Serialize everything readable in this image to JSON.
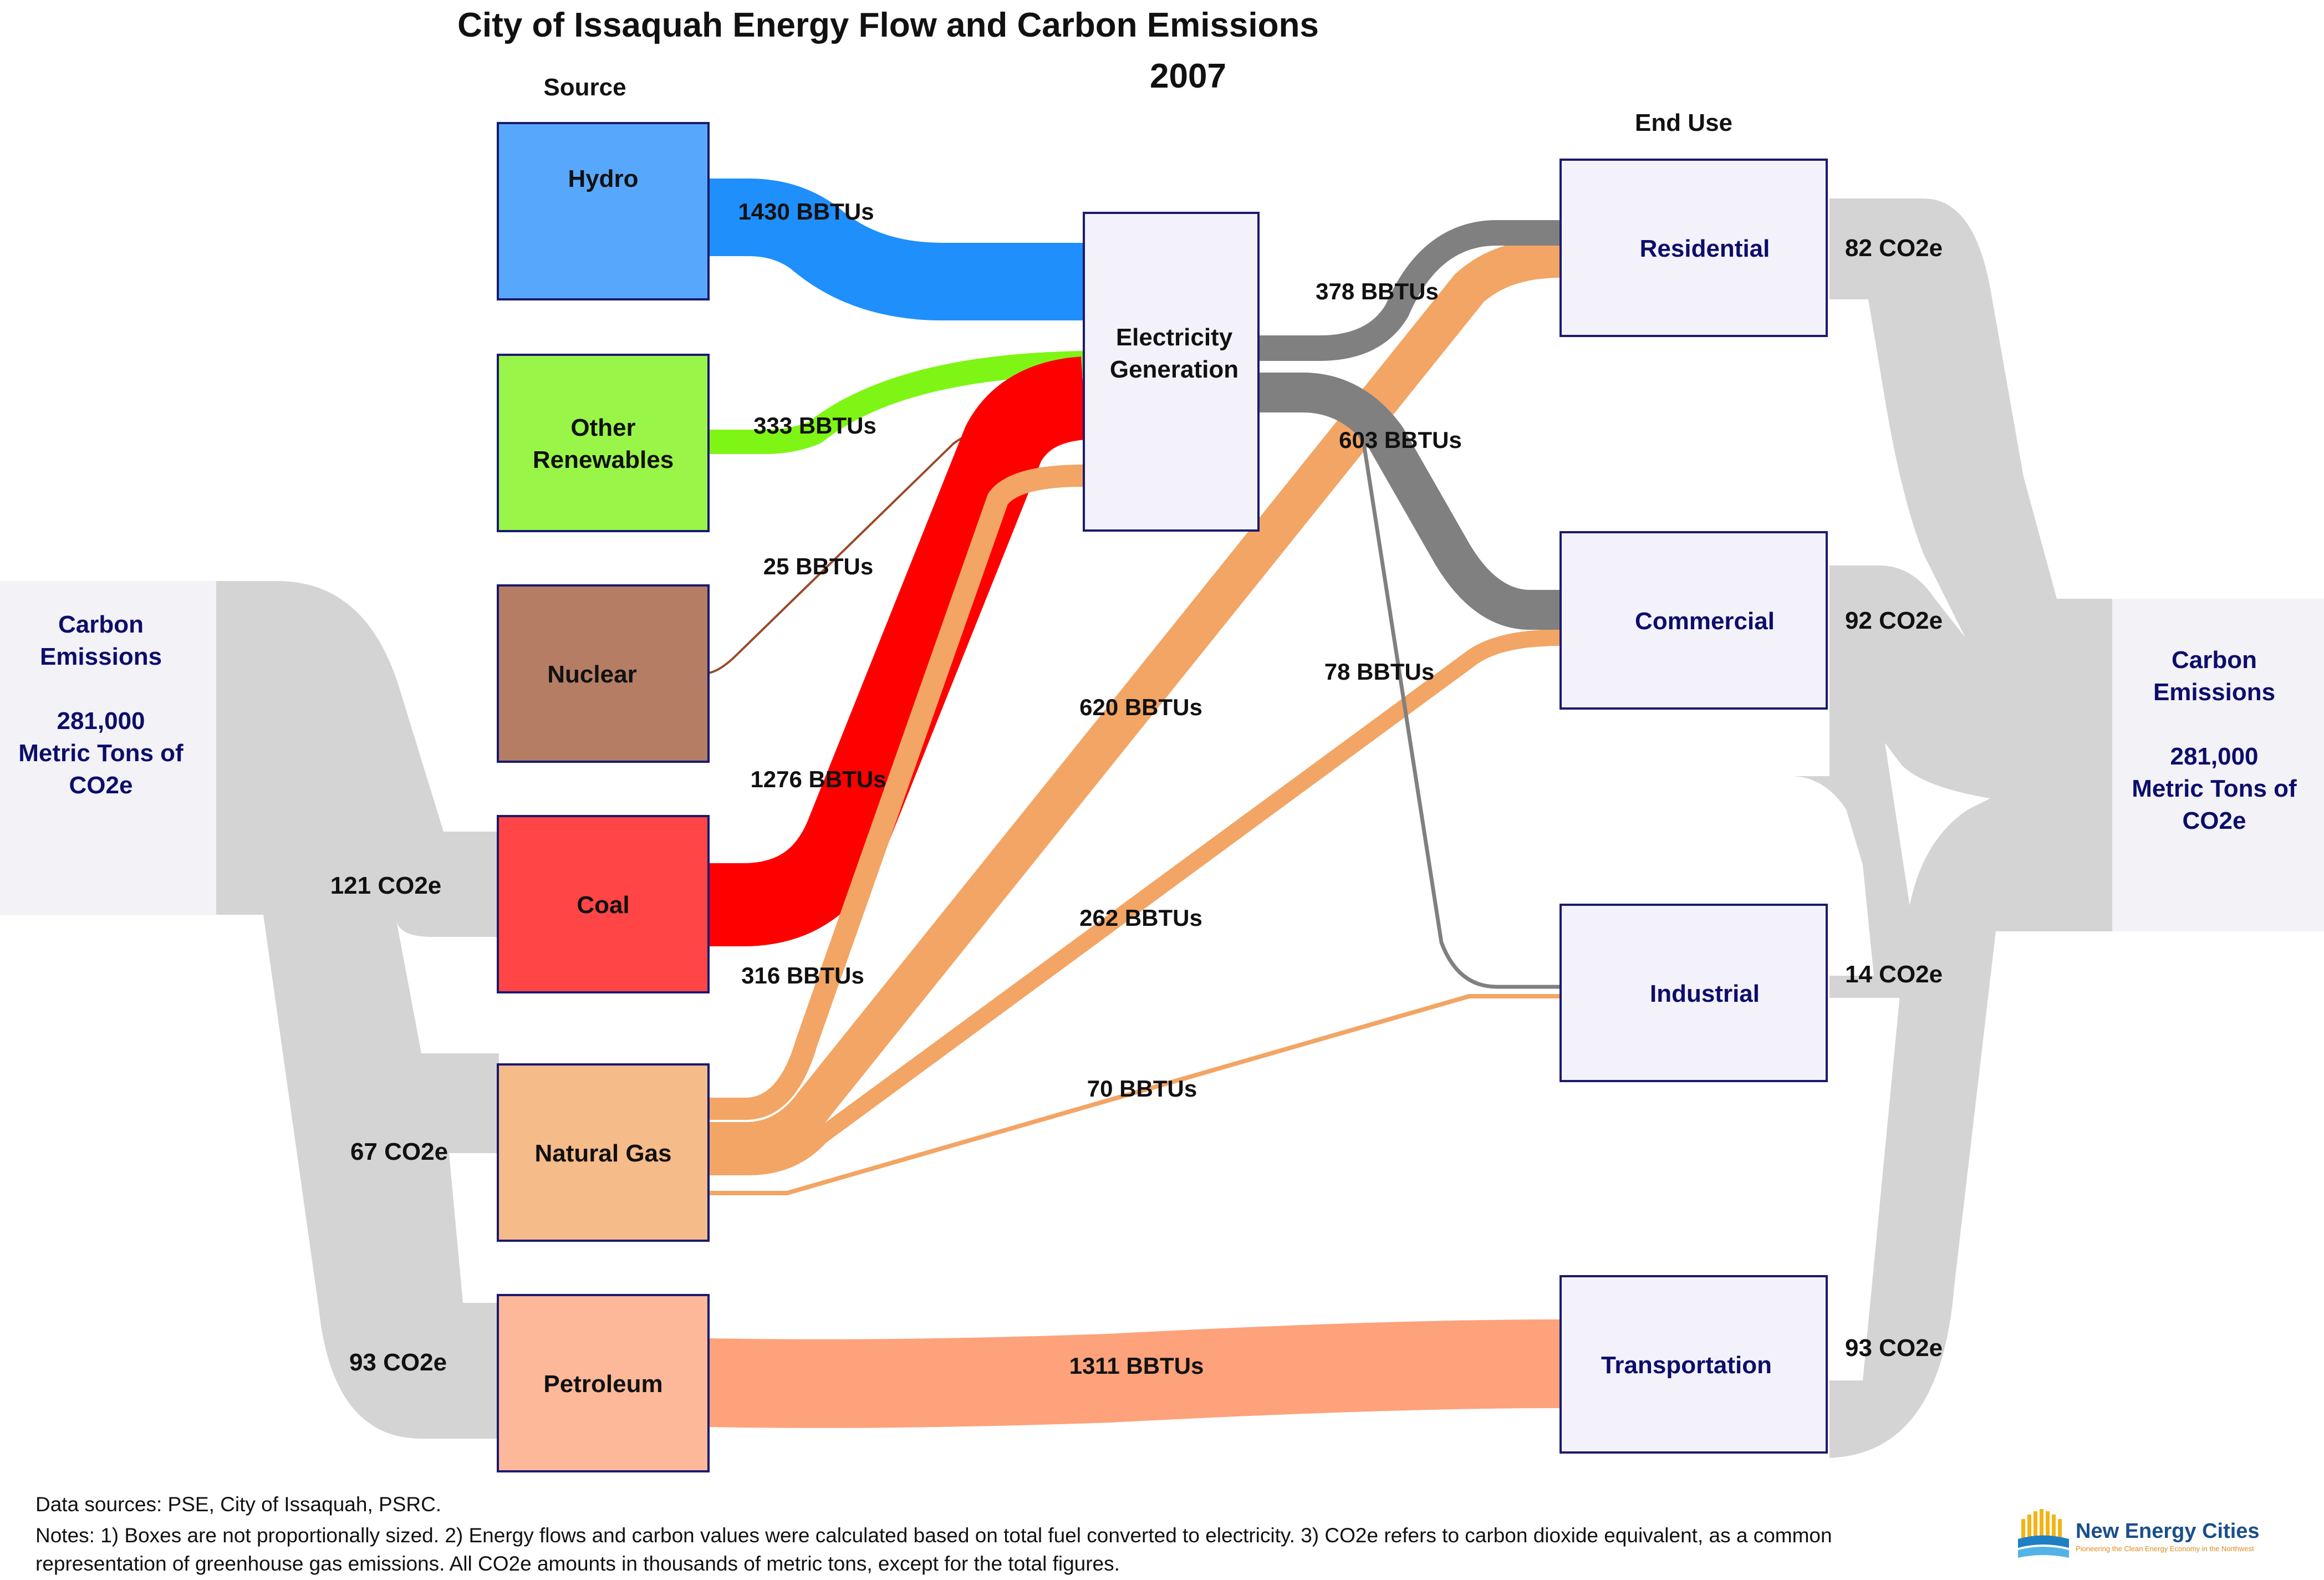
{
  "title": "City of Issaquah Energy Flow and Carbon Emissions",
  "year": "2007",
  "column_headers": {
    "source": "Source",
    "end_use": "End Use"
  },
  "sources": [
    {
      "id": "hydro",
      "label_lines": [
        "Hydro"
      ],
      "color": "#57a8fd"
    },
    {
      "id": "other_renewables",
      "label_lines": [
        "Other",
        "Renewables"
      ],
      "color": "#9af549"
    },
    {
      "id": "nuclear",
      "label_lines": [
        "Nuclear"
      ],
      "color": "#b57d64"
    },
    {
      "id": "coal",
      "label_lines": [
        "Coal"
      ],
      "color": "#ff4545"
    },
    {
      "id": "natural_gas",
      "label_lines": [
        "Natural Gas"
      ],
      "color": "#f5bb88"
    },
    {
      "id": "petroleum",
      "label_lines": [
        "Petroleum"
      ],
      "color": "#fdb89a"
    }
  ],
  "electricity": {
    "label_lines": [
      "Electricity",
      "Generation"
    ],
    "color": "#f3f2fa"
  },
  "end_uses": [
    {
      "id": "residential",
      "label": "Residential",
      "co2": "82 CO2e"
    },
    {
      "id": "commercial",
      "label": "Commercial",
      "co2": "92 CO2e"
    },
    {
      "id": "industrial",
      "label": "Industrial",
      "co2": "14 CO2e"
    },
    {
      "id": "transportation",
      "label": "Transportation",
      "co2": "93 CO2e"
    }
  ],
  "source_co2": [
    {
      "source": "coal",
      "label": "121 CO2e"
    },
    {
      "source": "natural_gas",
      "label": "67 CO2e"
    },
    {
      "source": "petroleum",
      "label": "93 CO2e"
    }
  ],
  "carbon_left": {
    "lines": [
      "Carbon",
      "Emissions",
      "",
      "281,000",
      "Metric Tons of",
      "CO2e"
    ]
  },
  "carbon_right": {
    "lines": [
      "Carbon",
      "Emissions",
      "",
      "281,000",
      "Metric Tons of",
      "CO2e"
    ]
  },
  "flows": [
    {
      "from": "hydro",
      "to": "electricity",
      "label": "1430 BBTUs",
      "color": "#1f8ffc"
    },
    {
      "from": "other_renewables",
      "to": "electricity",
      "label": "333 BBTUs",
      "color": "#7ff516"
    },
    {
      "from": "nuclear",
      "to": "electricity",
      "label": "25 BBTUs",
      "color": "#9a4a2a"
    },
    {
      "from": "coal",
      "to": "electricity",
      "label": "1276 BBTUs",
      "color": "#ff0000"
    },
    {
      "from": "natural_gas",
      "to": "electricity",
      "label": "316 BBTUs",
      "color": "#f2a564"
    },
    {
      "from": "natural_gas",
      "to": "residential",
      "label": "620 BBTUs",
      "color": "#f2a564"
    },
    {
      "from": "natural_gas",
      "to": "commercial",
      "label": "262 BBTUs",
      "color": "#f2a564"
    },
    {
      "from": "natural_gas",
      "to": "industrial",
      "label": "70 BBTUs",
      "color": "#f2a564"
    },
    {
      "from": "electricity",
      "to": "residential",
      "label": "378 BBTUs",
      "color": "#808080"
    },
    {
      "from": "electricity",
      "to": "commercial",
      "label": "603 BBTUs",
      "color": "#808080"
    },
    {
      "from": "electricity",
      "to": "industrial",
      "label": "78 BBTUs",
      "color": "#808080"
    },
    {
      "from": "petroleum",
      "to": "transportation",
      "label": "1311 BBTUs",
      "color": "#fda27b"
    }
  ],
  "colors": {
    "emission_band": "#d4d4d4",
    "carbon_box": "#f2f2f7",
    "end_use_box": "#f3f2fa",
    "navy_text": "#0d0d6b",
    "box_border": "#1a1a6e"
  },
  "notes": {
    "data_sources": "Data sources: PSE, City of Issaquah, PSRC.",
    "line1": "Notes:  1) Boxes are not proportionally sized. 2) Energy flows and carbon values were calculated based on total fuel converted to electricity. 3) CO2e refers to carbon dioxide equivalent, as a common",
    "line2": "representation of greenhouse gas emissions.  All CO2e amounts in thousands of metric tons, except for the total figures."
  },
  "logo": {
    "name": "New Energy Cities",
    "tagline": "Pioneering the Clean Energy Economy in the Northwest"
  }
}
